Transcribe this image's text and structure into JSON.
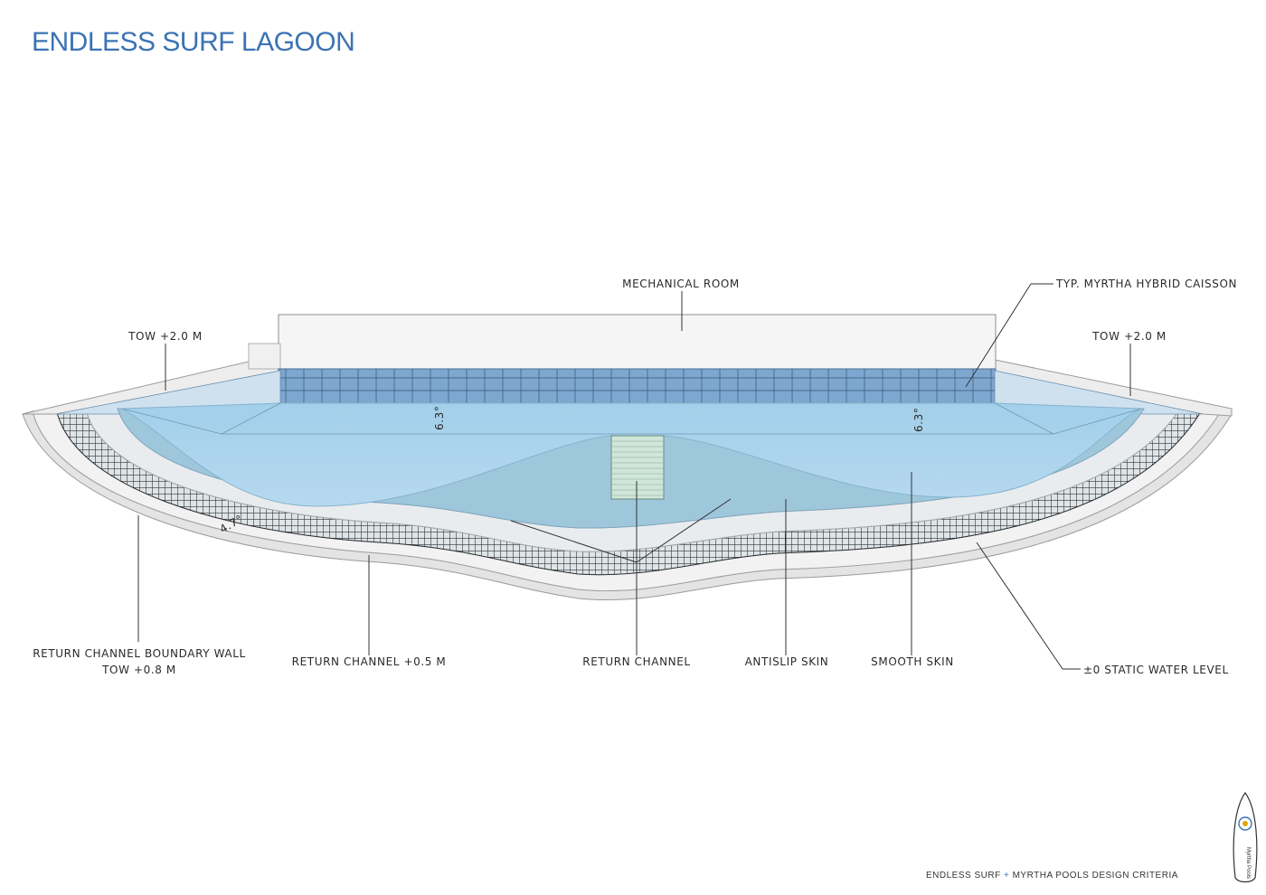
{
  "title": "ENDLESS SURF LAGOON",
  "labels": {
    "mechanical_room": "MECHANICAL ROOM",
    "caisson": "TYP. MYRTHA HYBRID CAISSON",
    "tow_left": "TOW +2.0 M",
    "tow_right": "TOW +2.0 M",
    "boundary_wall_line1": "RETURN CHANNEL BOUNDARY WALL",
    "boundary_wall_line2": "TOW +0.8 M",
    "return_channel_level": "RETURN CHANNEL +0.5 M",
    "return_channel": "RETURN CHANNEL",
    "antislip": "ANTISLIP SKIN",
    "smooth": "SMOOTH SKIN",
    "static_water": "±0 STATIC WATER LEVEL"
  },
  "slopes": {
    "left": "6.3°",
    "right": "6.3°",
    "channel": "4.7°"
  },
  "footer": {
    "part1": "ENDLESS SURF",
    "sep": "+",
    "part2": "MYRTHA POOLS DESIGN CRITERIA"
  },
  "logo_text": "Myrtha Pools",
  "colors": {
    "title": "#3c73b4",
    "water": "#a9d3ec",
    "channel": "#9fc7dc",
    "grate": "#3a3f45",
    "wall": "#eeeeee"
  }
}
